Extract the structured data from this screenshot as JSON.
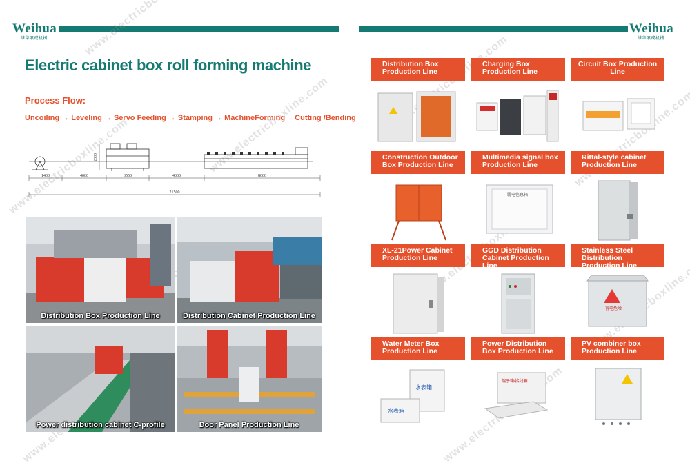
{
  "header": {
    "brand_left": "Weihua",
    "brand_left_sub": "维华滚成机械",
    "brand_right": "Weihua",
    "brand_right_sub": "维华滚成机械",
    "accent_color": "#157a72",
    "label_color": "#e5512d"
  },
  "watermark_text": "www.electricboxline.com",
  "title": "Electric cabinet box roll forming machine",
  "process": {
    "label": "Process Flow:",
    "steps": "Uncoiling → Leveling → Servo Feeding → Stamping → MachineForming→ Cutting /Bending"
  },
  "drawing": {
    "dims": [
      "1400",
      "4000",
      "3550",
      "4000",
      "8000"
    ],
    "total": "21500",
    "height": "2000"
  },
  "photos": [
    {
      "caption": "Distribution Box Production Line"
    },
    {
      "caption": "Distribution Cabinet Production Line"
    },
    {
      "caption": "Power distribution cabinet C-profile"
    },
    {
      "caption": "Door Panel Production Line"
    }
  ],
  "products": [
    {
      "label": "Distribution Box Production Line"
    },
    {
      "label": "Charging Box Production Line"
    },
    {
      "label": "Circuit Box Production Line"
    },
    {
      "label": "Construction Outdoor Box Production Line"
    },
    {
      "label": "Multimedia signal box Production Line"
    },
    {
      "label": "Rittal-style cabinet Production Line"
    },
    {
      "label": "XL-21Power Cabinet Production Line"
    },
    {
      "label": "GGD Distribution Cabinet Production Line"
    },
    {
      "label": "Stainless Steel Distribution Production Line"
    },
    {
      "label": "Water Meter Box Production Line"
    },
    {
      "label": "Power Distribution Box Production Line"
    },
    {
      "label": "PV combiner box Production Line"
    }
  ],
  "product_marks": {
    "water_meter": "水表箱",
    "power_dist": "端子箱/接线箱",
    "multimedia": "弱电信息箱",
    "danger": "有电危险"
  }
}
